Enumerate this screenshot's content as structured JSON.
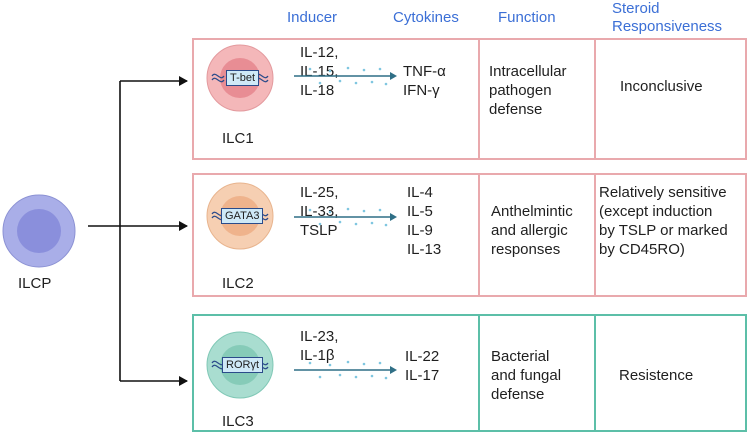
{
  "headers": {
    "inducer": "Inducer",
    "cytokines": "Cytokines",
    "function": "Function",
    "steroid_line1": "Steroid",
    "steroid_line2": "Responsiveness"
  },
  "progenitor": {
    "label": "ILCP"
  },
  "rows": [
    {
      "cell": "ILC1",
      "tf": "T-bet",
      "inducers": [
        "IL-12,",
        "IL-15,",
        "IL-18"
      ],
      "cytokines": [
        "TNF-α",
        "IFN-γ"
      ],
      "function": [
        "Intracellular",
        "pathogen",
        "defense"
      ],
      "steroid": [
        "Inconclusive"
      ]
    },
    {
      "cell": "ILC2",
      "tf": "GATA3",
      "inducers": [
        "IL-25,",
        "IL-33,",
        "TSLP"
      ],
      "cytokines": [
        "IL-4",
        "IL-5",
        "IL-9",
        "IL-13"
      ],
      "function": [
        "Anthelmintic",
        "and allergic",
        "responses"
      ],
      "steroid": [
        "Relatively sensitive",
        "(except induction",
        "by TSLP or marked",
        "by CD45RO)"
      ]
    },
    {
      "cell": "ILC3",
      "tf": "RORγt",
      "inducers": [
        "IL-23,",
        "IL-1β"
      ],
      "cytokines": [
        "IL-22",
        "IL-17"
      ],
      "function": [
        "Bacterial",
        "and fungal",
        "defense"
      ],
      "steroid": [
        "Resistence"
      ]
    }
  ],
  "colors": {
    "header_text": "#3b6fd6",
    "ilc1_border": "#e9a9ad",
    "ilc2_border": "#e9a9ad",
    "ilc3_border": "#5cbfa8",
    "ilc1_cell": "#f4b7b9",
    "ilc2_cell": "#f6cfb2",
    "ilc3_cell": "#a9ddd0",
    "ilcp_cell": "#a9aee8",
    "arrow": "#2f6f86",
    "dots": "#7fc6e0"
  }
}
